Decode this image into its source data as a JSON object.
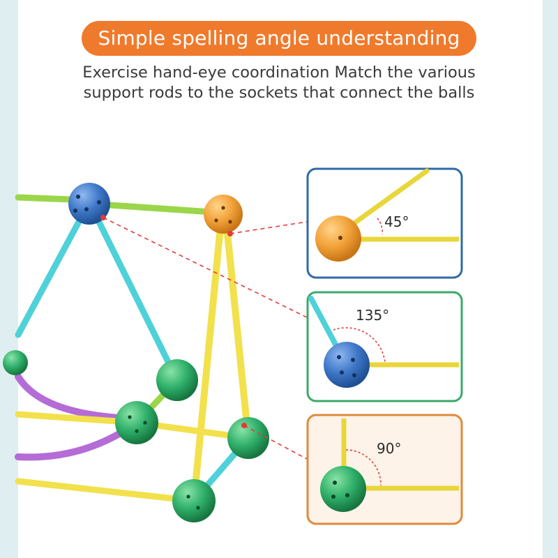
{
  "header": {
    "title": "Simple spelling angle understanding",
    "subtitle_line1": "Exercise hand-eye coordination Match the various",
    "subtitle_line2": "support rods to the sockets that connect the balls"
  },
  "panels": [
    {
      "angle_label": "45°",
      "border_color": "#2f6aa6",
      "ball_color": "orange"
    },
    {
      "angle_label": "135°",
      "border_color": "#3ba86a",
      "ball_color": "blue"
    },
    {
      "angle_label": "90°",
      "border_color": "#e08a3c",
      "ball_color": "green"
    }
  ],
  "colors": {
    "accent_orange": "#f07a2c",
    "connector_red": "#e23b3b",
    "rod_yellow": "#f2e14c",
    "rod_cyan": "#4fd1d9",
    "rod_green": "#9bd64a",
    "rod_purple": "#b56cd6",
    "ball_blue": "#3f78c8",
    "ball_orange": "#f2a23a",
    "ball_green": "#2fb06a"
  }
}
